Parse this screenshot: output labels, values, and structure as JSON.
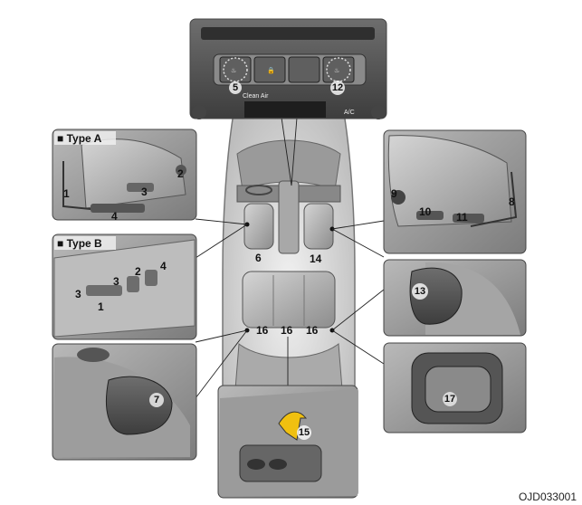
{
  "panels": {
    "type_a": {
      "label": "■ Type A"
    },
    "type_b": {
      "label": "■ Type B"
    }
  },
  "dashboard": {
    "clean_air": "Clean Air",
    "ac": "A/C"
  },
  "callouts": [
    "1",
    "2",
    "3",
    "4",
    "5",
    "6",
    "7",
    "8",
    "9",
    "10",
    "11",
    "12",
    "13",
    "14",
    "15",
    "16",
    "17"
  ],
  "figure_code": "OJD033001"
}
